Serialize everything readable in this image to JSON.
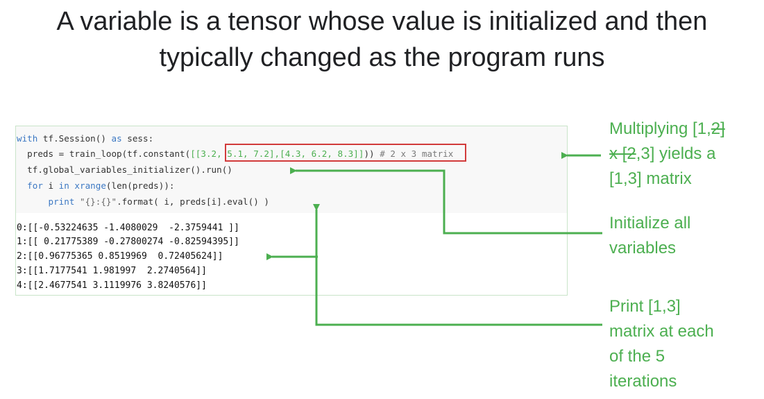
{
  "slide": {
    "title_line1": "A variable is a tensor whose value is initialized and then",
    "title_line2": "typically changed as the program runs"
  },
  "code": {
    "line1_kw": "with",
    "line1_rest": " tf.Session() ",
    "line1_as": "as",
    "line1_end": " sess:",
    "line2_pre": "  preds = train_loop(tf.constant(",
    "line2_mat": "[[3.2, 5.1, 7.2],[4.3, 6.2, 8.3]]",
    "line2_post": "))",
    "line2_comment": " # 2 x 3 matrix",
    "line3": "  tf.global_variables_initializer().run()",
    "line4_kw": "  for",
    "line4_mid": " i ",
    "line4_in": "in",
    "line4_fn": " xrange",
    "line4_end": "(len(preds)):",
    "line5_kw": "      print",
    "line5_str": " \"{}:{}\"",
    "line5_end": ".format( i, preds[i].eval() )"
  },
  "output": [
    "0:[[-0.53224635 -1.4080029  -2.3759441 ]]",
    "1:[[ 0.21775389 -0.27800274 -0.82594395]]",
    "2:[[0.96775365 0.8519969  0.72405624]]",
    "3:[[1.7177541 1.981997  2.2740564]]",
    "4:[[2.4677541 3.1119976 3.8240576]]"
  ],
  "notes": {
    "multiply_line1": "Multiplying [1,",
    "multiply_strike1": "2]",
    "multiply_strike2": "x [2",
    "multiply_line2_rest": ",3] yields a",
    "multiply_line3": "[1,3] matrix",
    "init_line1": "Initialize all",
    "init_line2": "variables",
    "print_line1": "Print [1,3]",
    "print_line2": "matrix at each",
    "print_line3": "of the 5",
    "print_line4": "iterations"
  },
  "colors": {
    "accent_green": "#4caf50",
    "highlight_red": "#d23b3b",
    "keyword_blue": "#3c78c3"
  }
}
